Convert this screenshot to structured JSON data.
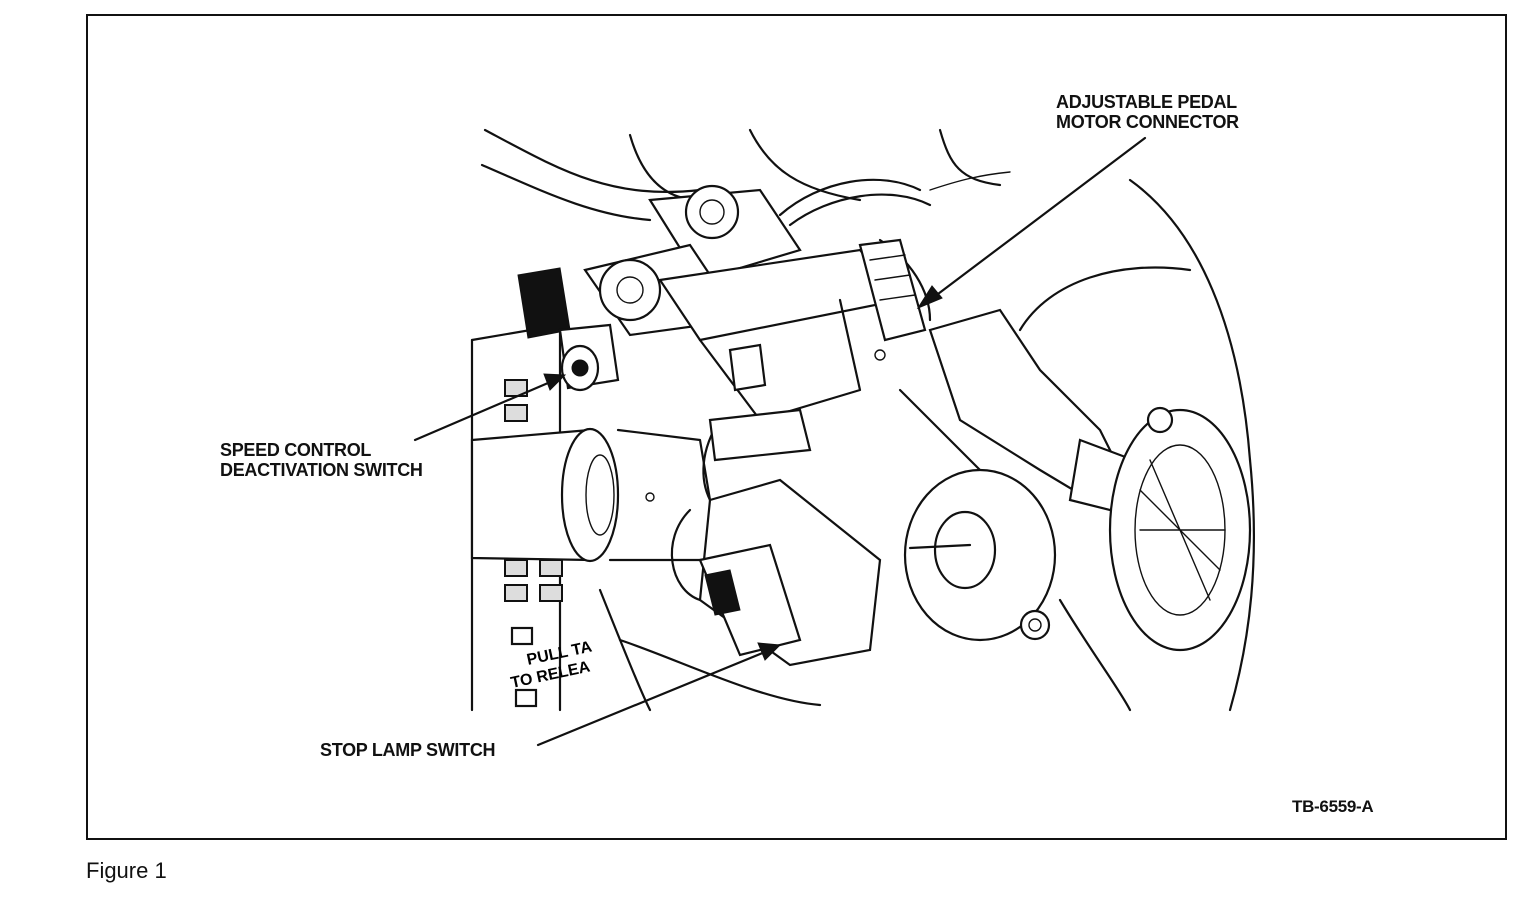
{
  "figure": {
    "caption": "Figure 1",
    "code": "TB-6559-A"
  },
  "labels": {
    "adjustable_pedal_line1": "ADJUSTABLE PEDAL",
    "adjustable_pedal_line2": "MOTOR CONNECTOR",
    "speed_control_line1": "SPEED CONTROL",
    "speed_control_line2": "DEACTIVATION SWITCH",
    "stop_lamp": "STOP LAMP SWITCH"
  },
  "tag_text": {
    "line1": "PULL TA",
    "line2": "TO RELEA"
  }
}
